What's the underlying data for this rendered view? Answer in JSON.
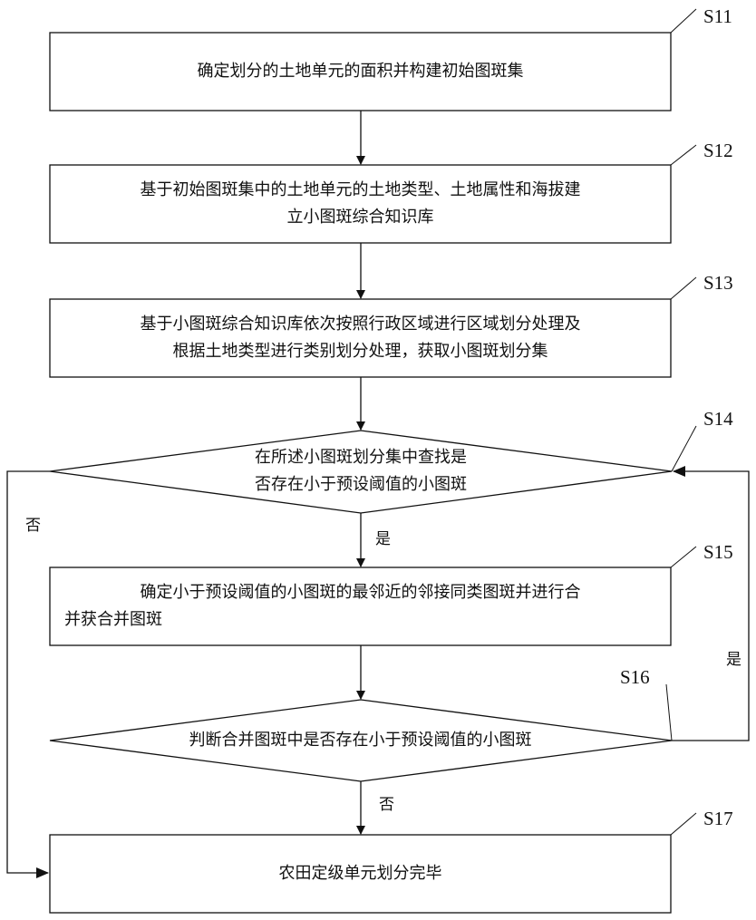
{
  "steps": {
    "s11": {
      "id": "S11",
      "text": "确定划分的土地单元的面积并构建初始图斑集"
    },
    "s12": {
      "id": "S12",
      "text_line1": "基于初始图斑集中的土地单元的土地类型、土地属性和海拔建",
      "text_line2": "立小图斑综合知识库"
    },
    "s13": {
      "id": "S13",
      "text_line1": "基于小图斑综合知识库依次按照行政区域进行区域划分处理及",
      "text_line2": "根据土地类型进行类别划分处理，获取小图斑划分集"
    },
    "s14": {
      "id": "S14",
      "text_line1": "在所述小图斑划分集中查找是",
      "text_line2": "否存在小于预设阈值的小图斑"
    },
    "s15": {
      "id": "S15",
      "text_line1": "确定小于预设阈值的小图斑的最邻近的邻接同类图斑并进行合",
      "text_line2": "并获合并图斑"
    },
    "s16": {
      "id": "S16",
      "text": "判断合并图斑中是否存在小于预设阈值的小图斑"
    },
    "s17": {
      "id": "S17",
      "text": "农田定级单元划分完毕"
    }
  },
  "edges": {
    "s14_yes": "是",
    "s14_no": "否",
    "s16_yes": "是",
    "s16_no": "否"
  }
}
